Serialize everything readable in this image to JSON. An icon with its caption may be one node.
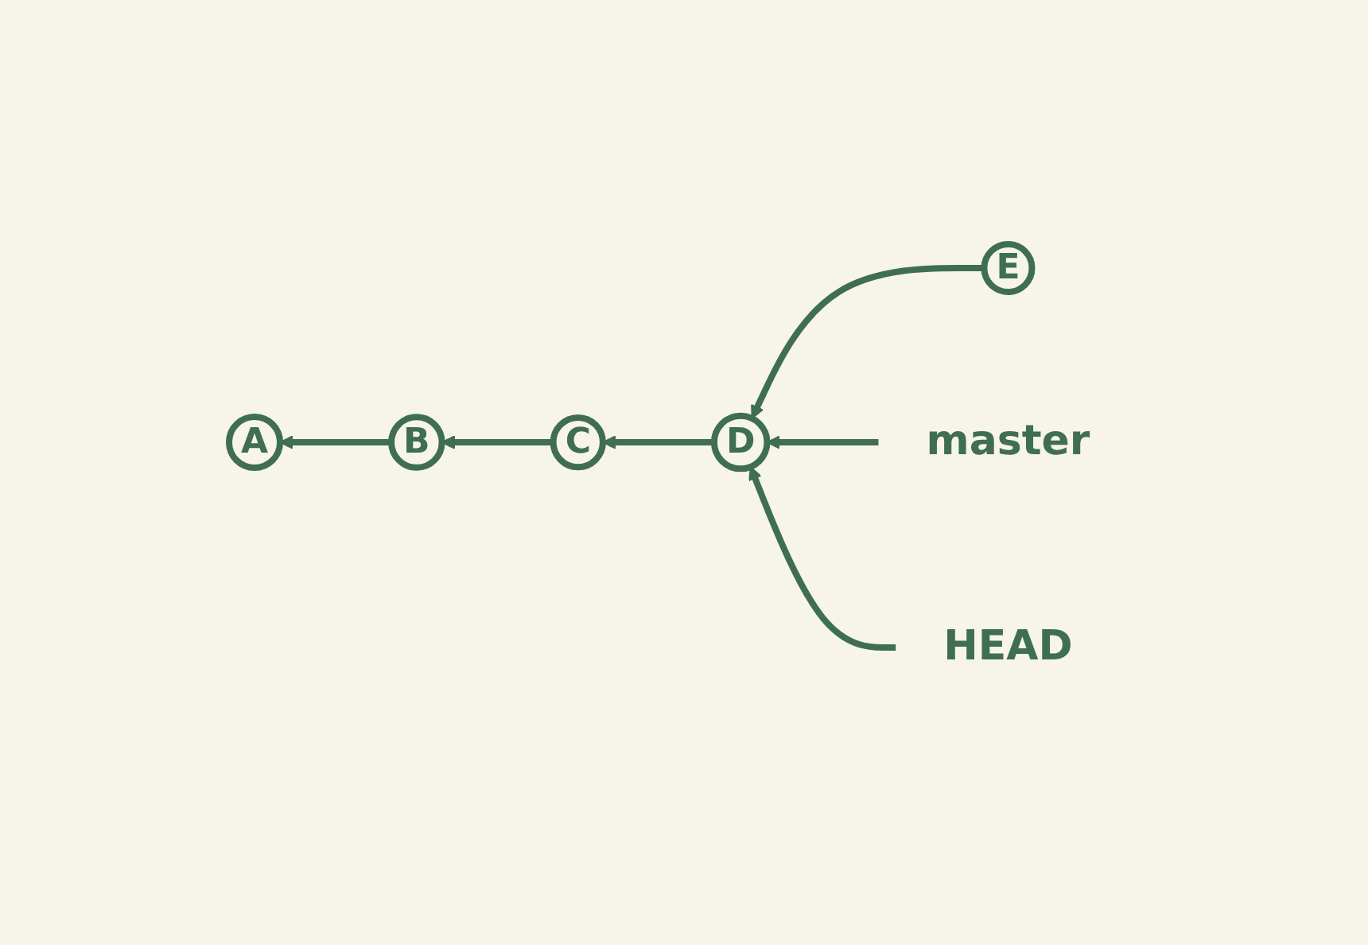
{
  "diagram": {
    "nodes": [
      {
        "text": [
          "A"
        ]
      },
      {
        "text": [
          "B"
        ]
      },
      {
        "text": [
          "C"
        ]
      },
      {
        "text": [
          "D"
        ]
      },
      {
        "text": [
          "E"
        ]
      },
      {
        "text": [
          "master"
        ]
      },
      {
        "text": [
          "HEAD"
        ]
      }
    ],
    "edges": [
      {
        "from": 1,
        "to": 0,
        "arrow": "to"
      },
      {
        "from": 2,
        "to": 1,
        "arrow": "to"
      },
      {
        "from": 3,
        "to": 2,
        "arrow": "to"
      },
      {
        "from": 4,
        "to": 3,
        "arrow": "to"
      },
      {
        "from": 5,
        "to": 3,
        "arrow": "to"
      },
      {
        "from": 6,
        "to": 3,
        "arrow": "to"
      }
    ]
  }
}
